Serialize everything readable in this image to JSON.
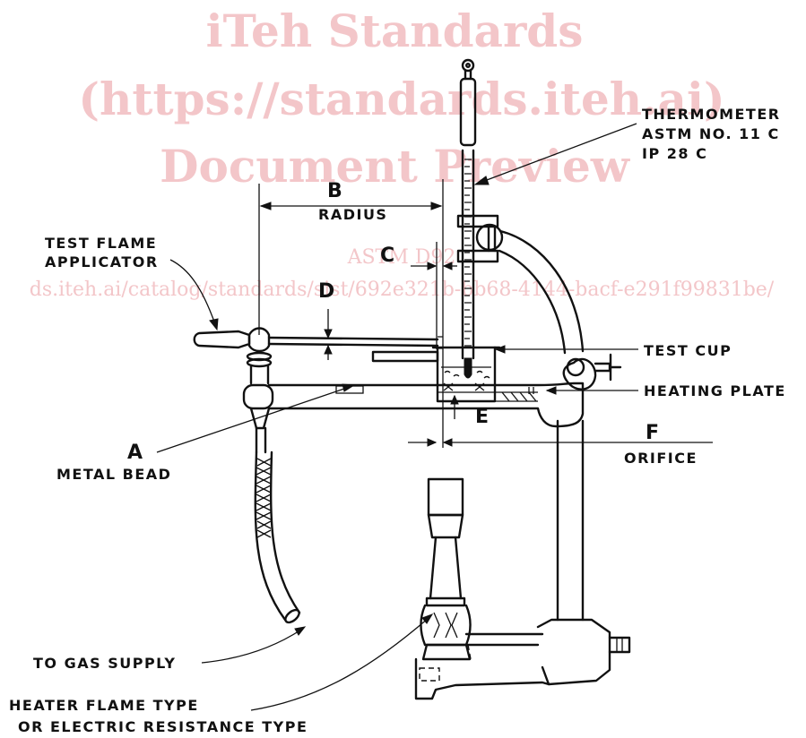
{
  "watermark": {
    "line1": "iTeh Standards",
    "line2": "(https://standards.iteh.ai)",
    "line3": "Document Preview",
    "line4": "ASTM D92",
    "line5": "ds.iteh.ai/catalog/standards/sist/692e321b-bb68-4144-bacf-e291f99831be/",
    "color": "#f3c6c9"
  },
  "labels": {
    "thermometer_1": "THERMOMETER",
    "thermometer_2": "ASTM NO. 11 C",
    "thermometer_3": "IP 28 C",
    "b": "B",
    "radius": "RADIUS",
    "c": "C",
    "d": "D",
    "test_flame_1": "TEST FLAME",
    "test_flame_2": "APPLICATOR",
    "test_cup": "TEST CUP",
    "heating_plate": "HEATING PLATE",
    "e": "E",
    "f": "F",
    "orifice": "ORIFICE",
    "a": "A",
    "metal_bead": "METAL BEAD",
    "gas_supply": "TO GAS SUPPLY",
    "heater_1": "HEATER FLAME TYPE",
    "heater_2": "OR ELECTRIC RESISTANCE TYPE"
  }
}
